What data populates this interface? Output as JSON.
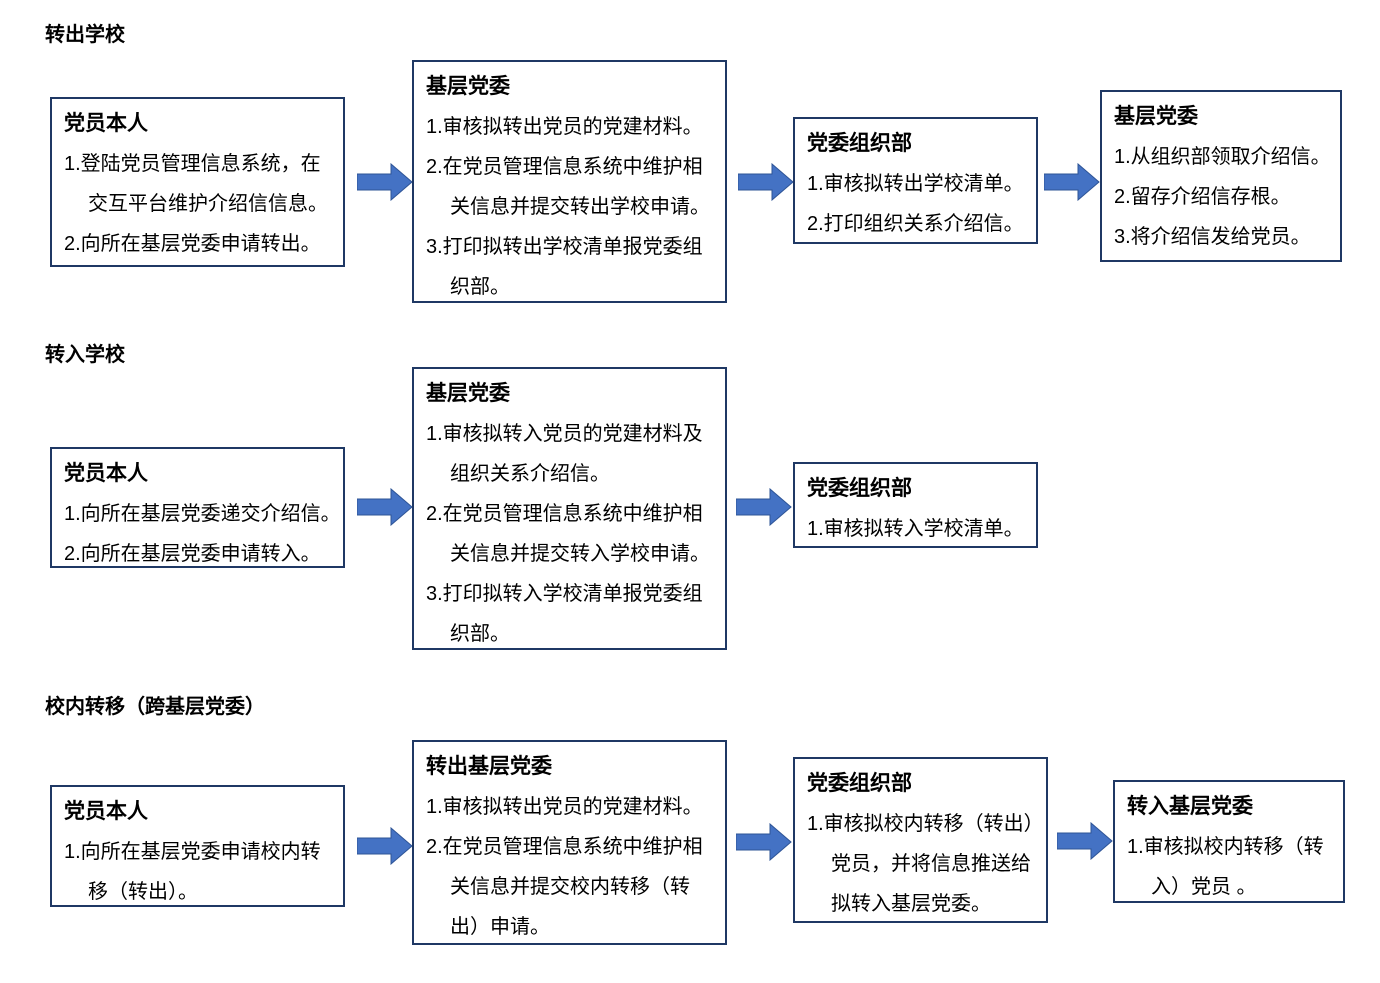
{
  "diagram": {
    "colors": {
      "background": "#ffffff",
      "box_border": "#1f3864",
      "arrow_fill": "#4472c4",
      "arrow_stroke": "#2e5496",
      "text": "#000000"
    },
    "sections": [
      {
        "title": "转出学校",
        "boxes": [
          {
            "title": "党员本人",
            "lines": [
              "1.登陆党员管理信息系统，在",
              "交互平台维护介绍信信息。",
              "2.向所在基层党委申请转出。"
            ]
          },
          {
            "title": "基层党委",
            "lines": [
              "1.审核拟转出党员的党建材料。",
              "2.在党员管理信息系统中维护相",
              "关信息并提交转出学校申请。",
              "3.打印拟转出学校清单报党委组",
              "织部。"
            ]
          },
          {
            "title": "党委组织部",
            "lines": [
              "1.审核拟转出学校清单。",
              "2.打印组织关系介绍信。"
            ]
          },
          {
            "title": "基层党委",
            "lines": [
              "1.从组织部领取介绍信。",
              "2.留存介绍信存根。",
              "3.将介绍信发给党员。"
            ]
          }
        ]
      },
      {
        "title": "转入学校",
        "boxes": [
          {
            "title": "党员本人",
            "lines": [
              "1.向所在基层党委递交介绍信。",
              "2.向所在基层党委申请转入。"
            ]
          },
          {
            "title": "基层党委",
            "lines": [
              "1.审核拟转入党员的党建材料及",
              "组织关系介绍信。",
              "2.在党员管理信息系统中维护相",
              "关信息并提交转入学校申请。",
              "3.打印拟转入学校清单报党委组",
              "织部。"
            ]
          },
          {
            "title": "党委组织部",
            "lines": [
              "1.审核拟转入学校清单。"
            ]
          }
        ]
      },
      {
        "title": "校内转移（跨基层党委）",
        "boxes": [
          {
            "title": "党员本人",
            "lines": [
              "1.向所在基层党委申请校内转",
              "移（转出）。"
            ]
          },
          {
            "title": "转出基层党委",
            "lines": [
              "1.审核拟转出党员的党建材料。",
              "2.在党员管理信息系统中维护相",
              "关信息并提交校内转移（转",
              "出）申请。"
            ]
          },
          {
            "title": "党委组织部",
            "lines": [
              "1.审核拟校内转移（转出）",
              "党员，并将信息推送给",
              "拟转入基层党委。"
            ]
          },
          {
            "title": "转入基层党委",
            "lines": [
              "1.审核拟校内转移（转",
              "入）党员 。"
            ]
          }
        ]
      }
    ]
  }
}
